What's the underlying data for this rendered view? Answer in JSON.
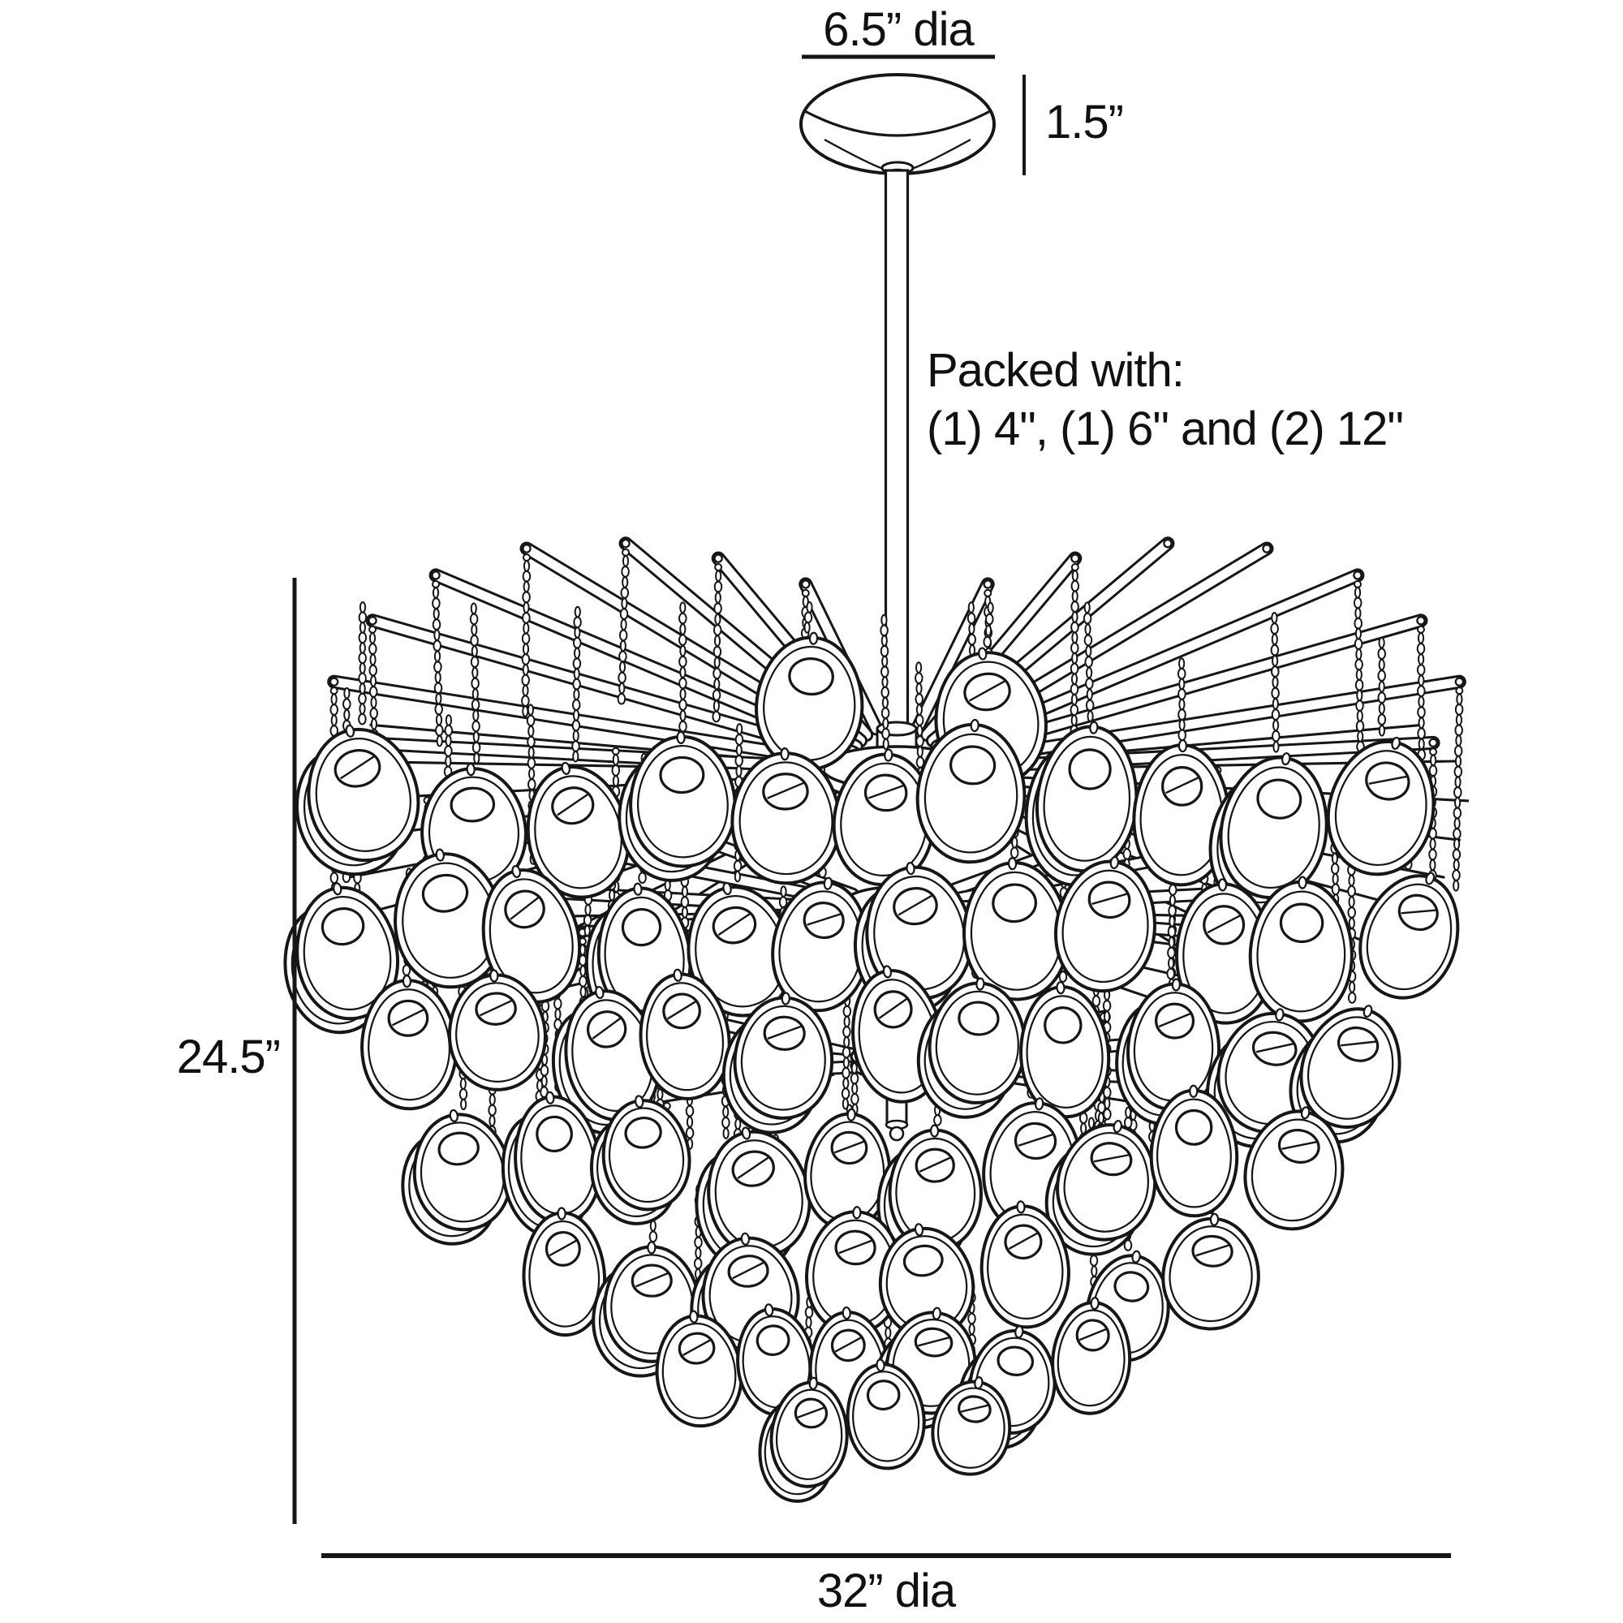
{
  "diagram": {
    "subject": "Chandelier dimension line drawing",
    "colors": {
      "background": "#ffffff",
      "line": "#161616",
      "text": "#111111"
    },
    "labels": {
      "canopy_diameter": "6.5” dia",
      "canopy_height": "1.5”",
      "packed_with_line1": "Packed with:",
      "packed_with_line2": "(1) 4\", (1) 6\" and (2) 12\"",
      "overall_height": "24.5”",
      "overall_diameter": "32” dia"
    }
  }
}
